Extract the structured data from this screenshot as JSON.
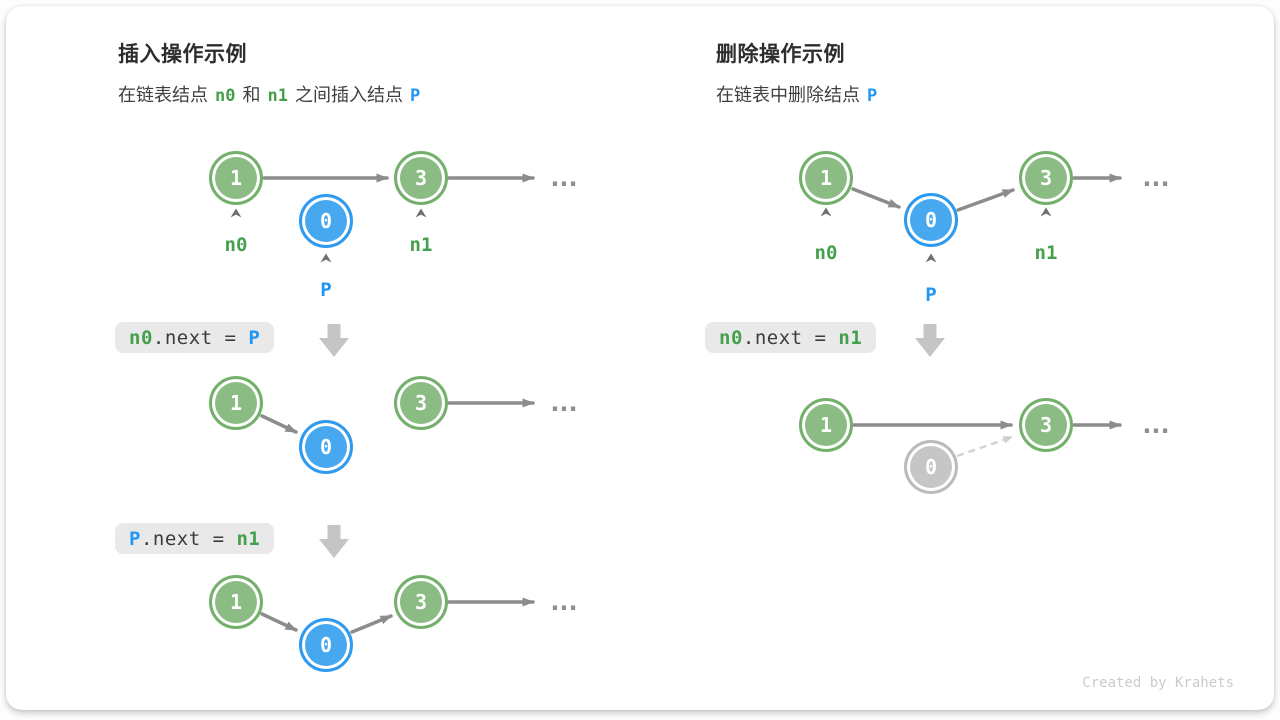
{
  "watermark": "Created by Krahets",
  "ellipsis": "...",
  "colors": {
    "node_green_fill": "#8abc83",
    "node_green_border": "#74b06c",
    "node_blue_fill": "#47a8f0",
    "node_blue_border": "#2f9aee",
    "node_gray_fill": "#c6c6c6",
    "arrow_gray": "#8c8c8c",
    "dashed_arrow_gray": "#d2d2d2",
    "label_green": "#44a04c",
    "label_blue": "#2196f3",
    "code_bg": "#e9e9e9",
    "block_arrow_gray": "#c5c5c5"
  },
  "nodes": {
    "first": "1",
    "third": "3",
    "inserted": "0"
  },
  "pointer_labels": {
    "n0": "n0",
    "n1": "n1",
    "p": "P"
  },
  "left": {
    "title": "插入操作示例",
    "subtitle": {
      "t1": "在链表结点",
      "n0": "n0",
      "t2": "和",
      "n1": "n1",
      "t3": "之间插入结点",
      "p": "P"
    },
    "code1": {
      "lhs": "n0",
      "mid": ".next = ",
      "rhs": "P"
    },
    "code2": {
      "lhs": "P",
      "mid": ".next = ",
      "rhs": "n1"
    }
  },
  "right": {
    "title": "删除操作示例",
    "subtitle": {
      "t1": "在链表中删除结点",
      "p": "P"
    },
    "code1": {
      "lhs": "n0",
      "mid": ".next = ",
      "rhs": "n1"
    }
  }
}
